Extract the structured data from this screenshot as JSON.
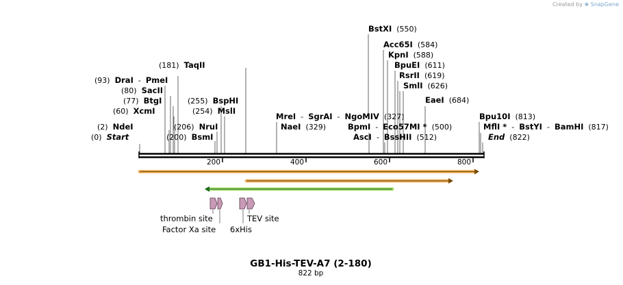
{
  "credit": {
    "prefix": "Created by",
    "brand": "SnapGene"
  },
  "title": "GB1-His-TEV-A7 (2-180)",
  "subtitle": "822 bp",
  "colors": {
    "backbone": "#000000",
    "feature_orange": "#f2b25b",
    "feature_green": "#a8e06a",
    "orf_line": "#000000",
    "small_feature": "#c89ab5"
  },
  "sequence": {
    "length": 822
  },
  "ruler": {
    "ticks": [
      "200",
      "400",
      "600",
      "800"
    ]
  },
  "site_rows": [
    {
      "parts": [
        {
          "type": "enzyme",
          "text": "BstXI"
        },
        {
          "type": "pos",
          "text": "(550)"
        }
      ]
    },
    {
      "parts": [
        {
          "type": "enzyme",
          "text": "Acc65I"
        },
        {
          "type": "pos",
          "text": "(584)"
        }
      ]
    },
    {
      "parts": [
        {
          "type": "enzyme",
          "text": "KpnI"
        },
        {
          "type": "pos",
          "text": "(588)"
        }
      ]
    },
    {
      "parts": [
        {
          "type": "enzyme",
          "text": "BpuEI"
        },
        {
          "type": "pos",
          "text": "(611)"
        }
      ]
    },
    {
      "parts": [
        {
          "type": "enzyme",
          "text": "RsrII"
        },
        {
          "type": "pos",
          "text": "(619)"
        }
      ]
    },
    {
      "parts": [
        {
          "type": "enzyme",
          "text": "SmlI"
        },
        {
          "type": "pos",
          "text": "(626)"
        }
      ]
    },
    {
      "parts": [
        {
          "type": "enzyme",
          "text": "EaeI"
        },
        {
          "type": "pos",
          "text": "(684)"
        }
      ]
    },
    {
      "parts": [
        {
          "type": "pos",
          "text": "(181)"
        },
        {
          "type": "enzyme",
          "text": "TaqII"
        }
      ]
    },
    {
      "parts": [
        {
          "type": "pos",
          "text": "(93)"
        },
        {
          "type": "enzyme",
          "text": "DraI"
        },
        {
          "type": "sep",
          "text": "-"
        },
        {
          "type": "enzyme",
          "text": "PmeI"
        }
      ]
    },
    {
      "parts": [
        {
          "type": "pos",
          "text": "(80)"
        },
        {
          "type": "enzyme",
          "text": "SacII"
        }
      ]
    },
    {
      "parts": [
        {
          "type": "pos",
          "text": "(77)"
        },
        {
          "type": "enzyme",
          "text": "BtgI"
        }
      ]
    },
    {
      "parts": [
        {
          "type": "pos",
          "text": "(60)"
        },
        {
          "type": "enzyme",
          "text": "XcmI"
        }
      ]
    },
    {
      "parts": [
        {
          "type": "pos",
          "text": "(2)"
        },
        {
          "type": "enzyme",
          "text": "NdeI"
        }
      ]
    },
    {
      "parts": [
        {
          "type": "pos",
          "text": "(0)"
        },
        {
          "type": "enzyme-italic",
          "text": "Start"
        }
      ]
    },
    {
      "parts": [
        {
          "type": "pos",
          "text": "(255)"
        },
        {
          "type": "enzyme",
          "text": "BspHI"
        }
      ]
    },
    {
      "parts": [
        {
          "type": "pos",
          "text": "(254)"
        },
        {
          "type": "enzyme",
          "text": "MslI"
        }
      ]
    },
    {
      "parts": [
        {
          "type": "pos",
          "text": "(206)"
        },
        {
          "type": "enzyme",
          "text": "NruI"
        }
      ]
    },
    {
      "parts": [
        {
          "type": "pos",
          "text": "(200)"
        },
        {
          "type": "enzyme",
          "text": "BsmI"
        }
      ]
    },
    {
      "parts": [
        {
          "type": "enzyme",
          "text": "MreI"
        },
        {
          "type": "sep",
          "text": "-"
        },
        {
          "type": "enzyme",
          "text": "SgrAI"
        },
        {
          "type": "sep",
          "text": "-"
        },
        {
          "type": "enzyme",
          "text": "NgoMIV"
        },
        {
          "type": "pos",
          "text": "(327)"
        }
      ]
    },
    {
      "parts": [
        {
          "type": "enzyme",
          "text": "NaeI"
        },
        {
          "type": "pos",
          "text": "(329)"
        }
      ]
    },
    {
      "parts": [
        {
          "type": "enzyme",
          "text": "BpmI"
        },
        {
          "type": "sep",
          "text": "-"
        },
        {
          "type": "enzyme",
          "text": "Eco57MI *"
        },
        {
          "type": "pos",
          "text": "(500)"
        }
      ]
    },
    {
      "parts": [
        {
          "type": "enzyme",
          "text": "AscI"
        },
        {
          "type": "sep",
          "text": "-"
        },
        {
          "type": "enzyme",
          "text": "BssHII"
        },
        {
          "type": "pos",
          "text": "(512)"
        }
      ]
    },
    {
      "parts": [
        {
          "type": "enzyme",
          "text": "Bpu10I"
        },
        {
          "type": "pos",
          "text": "(813)"
        }
      ]
    },
    {
      "parts": [
        {
          "type": "enzyme",
          "text": "MflI *"
        },
        {
          "type": "sep",
          "text": "-"
        },
        {
          "type": "enzyme",
          "text": "BstYI"
        },
        {
          "type": "sep",
          "text": "-"
        },
        {
          "type": "enzyme",
          "text": "BamHI"
        },
        {
          "type": "pos",
          "text": "(817)"
        }
      ]
    },
    {
      "parts": [
        {
          "type": "enzyme-italic",
          "text": "End"
        },
        {
          "type": "pos",
          "text": "(822)"
        }
      ]
    }
  ],
  "feature_labels": [
    "thrombin site",
    "Factor Xa site",
    "6xHis",
    "TEV site"
  ]
}
